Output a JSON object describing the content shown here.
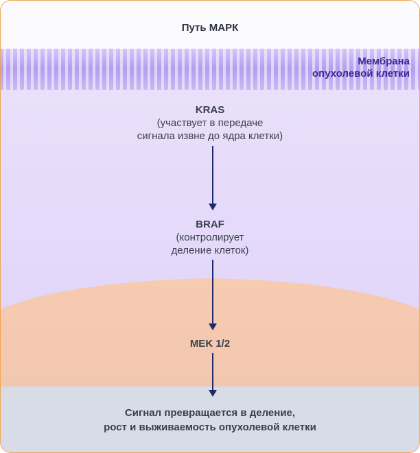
{
  "title": "Путь МАРК",
  "membrane": {
    "line1": "Мембрана",
    "line2": "опухолевой клетки"
  },
  "nodes": [
    {
      "name": "KRAS",
      "line1": "(участвует в передаче",
      "line2": "сигнала извне до ядра клетки)"
    },
    {
      "name": "BRAF",
      "line1": "(контролирует",
      "line2": "деление клеток)"
    },
    {
      "name": "MEK 1/2"
    }
  ],
  "result": {
    "line1": "Сигнал превращается в деление,",
    "line2": "рост и выживаемость опухолевой клетки"
  },
  "colors": {
    "border": "#f0a550",
    "membrane_stripe": "#a78bf0",
    "cytoplasm": "#e3d6fb",
    "nucleus": "#f8cdb2",
    "bottom_band": "#d7dce6",
    "arrow": "#1f2a6b",
    "membrane_text": "#3b2a91"
  }
}
